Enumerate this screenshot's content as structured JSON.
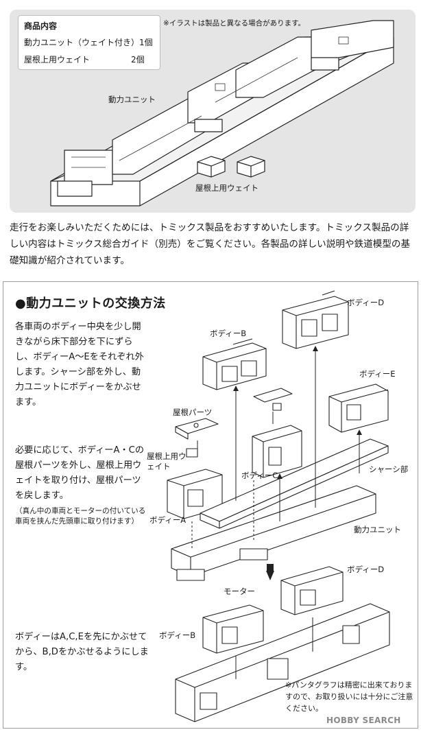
{
  "contents": {
    "title": "商品内容",
    "row1": "動力ユニット（ウェイト付き）1個",
    "row2_name": "屋根上用ウェイト",
    "row2_qty": "2個"
  },
  "top_note": "※イラストは製品と異なる場合があります。",
  "top_labels": {
    "power_unit": "動力ユニット",
    "roof_weight": "屋根上用ウェイト"
  },
  "intro": "走行をお楽しみいただくためには、トミックス製品をおすすめいたします。トミックス製品の詳しい内容はトミックス総合ガイド（別売）をご覧ください。各製品の詳しい説明や鉄道模型の基礎知識が紹介されています。",
  "section_title": "●動力ユニットの交換方法",
  "step1": "各車両のボディー中央を少し開きながら床下部分を下にずらし、ボディーA〜Eをそれぞれ外します。シャーシ部を外し、動力ユニットにボディーをかぶせます。",
  "step2": "必要に応じて、ボディーA・Cの屋根パーツを外し、屋根上用ウェイトを取り付け、屋根パーツを戻します。",
  "step2_note": "（真ん中の車両とモーターの付いている車両を挟んだ先頭車に取り付けます）",
  "step3": "ボディーはA,C,Eを先にかぶせてから、B,Dをかぶせるようにします。",
  "bottom_note": "※パンタグラフは精密に出来ておりますので、お取り扱いには十分にご注意ください。",
  "diagram_labels": {
    "body_d": "ボディーD",
    "body_b": "ボディーB",
    "body_e": "ボディーE",
    "roof_parts": "屋根パーツ",
    "roof_weight": "屋根上用ウェイト",
    "body_c": "ボディーC",
    "chassis": "シャーシ部",
    "body_a": "ボディーA",
    "power_unit": "動力ユニット",
    "motor": "モーター"
  },
  "watermark": "HOBBY SEARCH"
}
